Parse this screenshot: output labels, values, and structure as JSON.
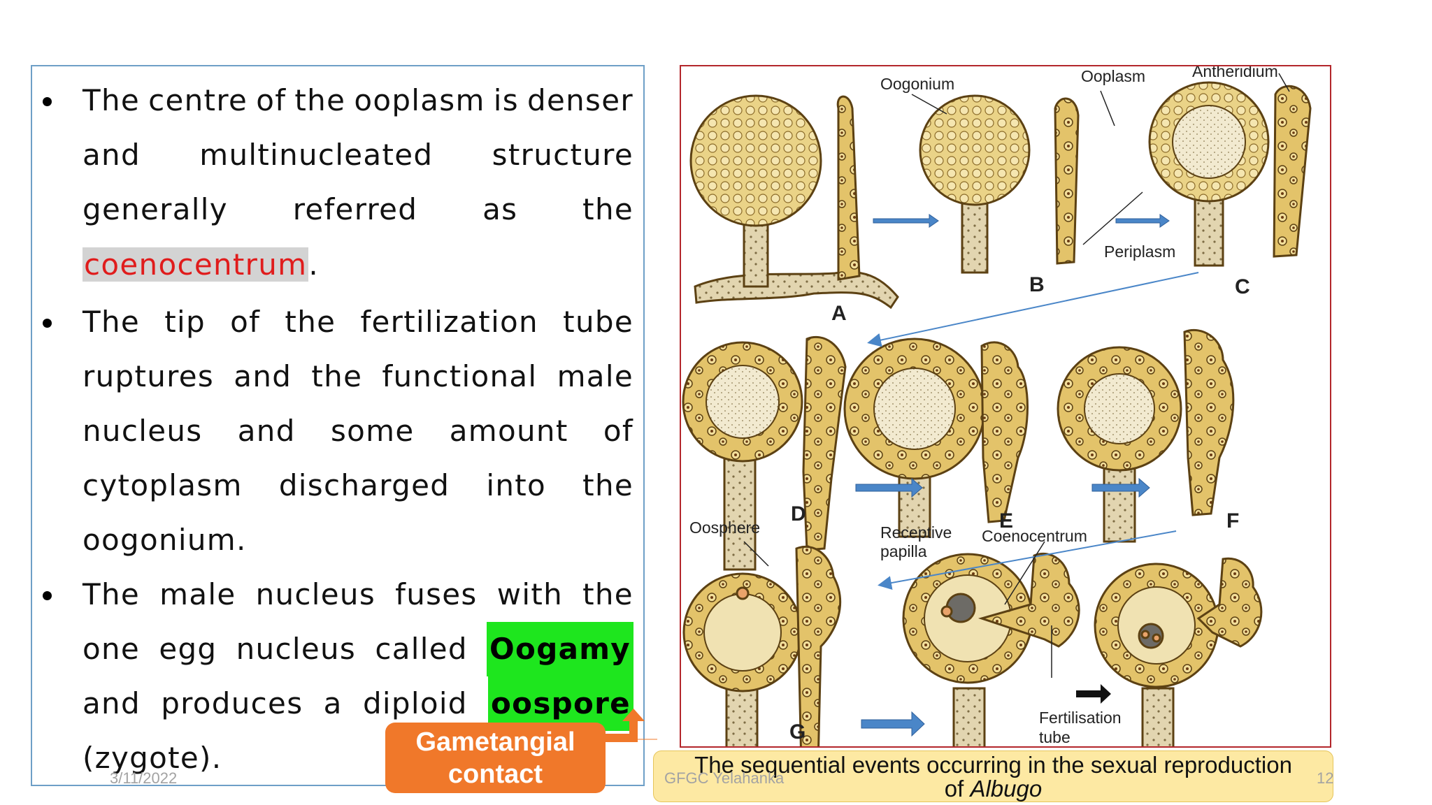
{
  "bullets": [
    {
      "lines": [
        [
          "The",
          "centre",
          "of",
          "the",
          "ooplasm",
          "is",
          "denser"
        ],
        [
          "and",
          "multinucleated",
          "structure"
        ],
        [
          "generally",
          "referred",
          "as",
          "the"
        ]
      ],
      "highlight_word": "coenocentrum",
      "highlight_tail": "."
    },
    {
      "lines": [
        [
          "The",
          "tip",
          "of",
          "the",
          "fertilization",
          "tube"
        ],
        [
          "ruptures",
          "and",
          "the",
          "functional",
          "male"
        ],
        [
          "nucleus",
          "and",
          "some",
          "amount",
          "of"
        ],
        [
          "cytoplasm",
          "discharged",
          "into",
          "the"
        ]
      ],
      "last_line": "oogonium."
    },
    {
      "line1": [
        "The",
        "male",
        "nucleus",
        "fuses",
        "with",
        "the"
      ],
      "line2": [
        "one",
        "egg",
        "nucleus",
        "called"
      ],
      "line2_highlight": "Oogamy",
      "line3": [
        "and",
        "produces",
        "a",
        "diploid"
      ],
      "line3_highlight": "oospore",
      "last_line": "(zygote)."
    }
  ],
  "diagram": {
    "labels": {
      "oogonium": "Oogonium",
      "ooplasm": "Ooplasm",
      "antheridium": "Antheridium",
      "periplasm": "Periplasm",
      "oosphere": "Oosphere",
      "receptive_papilla_1": "Receptive",
      "receptive_papilla_2": "papilla",
      "coenocentrum": "Coenocentrum",
      "fertilisation_tube_1": "Fertilisation",
      "fertilisation_tube_2": "tube"
    },
    "stage_letters": [
      "A",
      "B",
      "C",
      "D",
      "E",
      "F",
      "G"
    ],
    "colors": {
      "cell_fill": "#e9cf7a",
      "cell_stroke": "#5c4113",
      "arrow": "#4a86c8",
      "frame": "#b3262b"
    }
  },
  "caption": {
    "text": "The sequential events occurring in the sexual reproduction",
    "text2_prefix": "of ",
    "text2_italic": "Albugo"
  },
  "callout": {
    "line1": "Gametangial",
    "line2": "contact",
    "color": "#f0782a"
  },
  "footer": {
    "date": "3/11/2022",
    "org": "GFGC Yelahanka",
    "page": "12"
  }
}
